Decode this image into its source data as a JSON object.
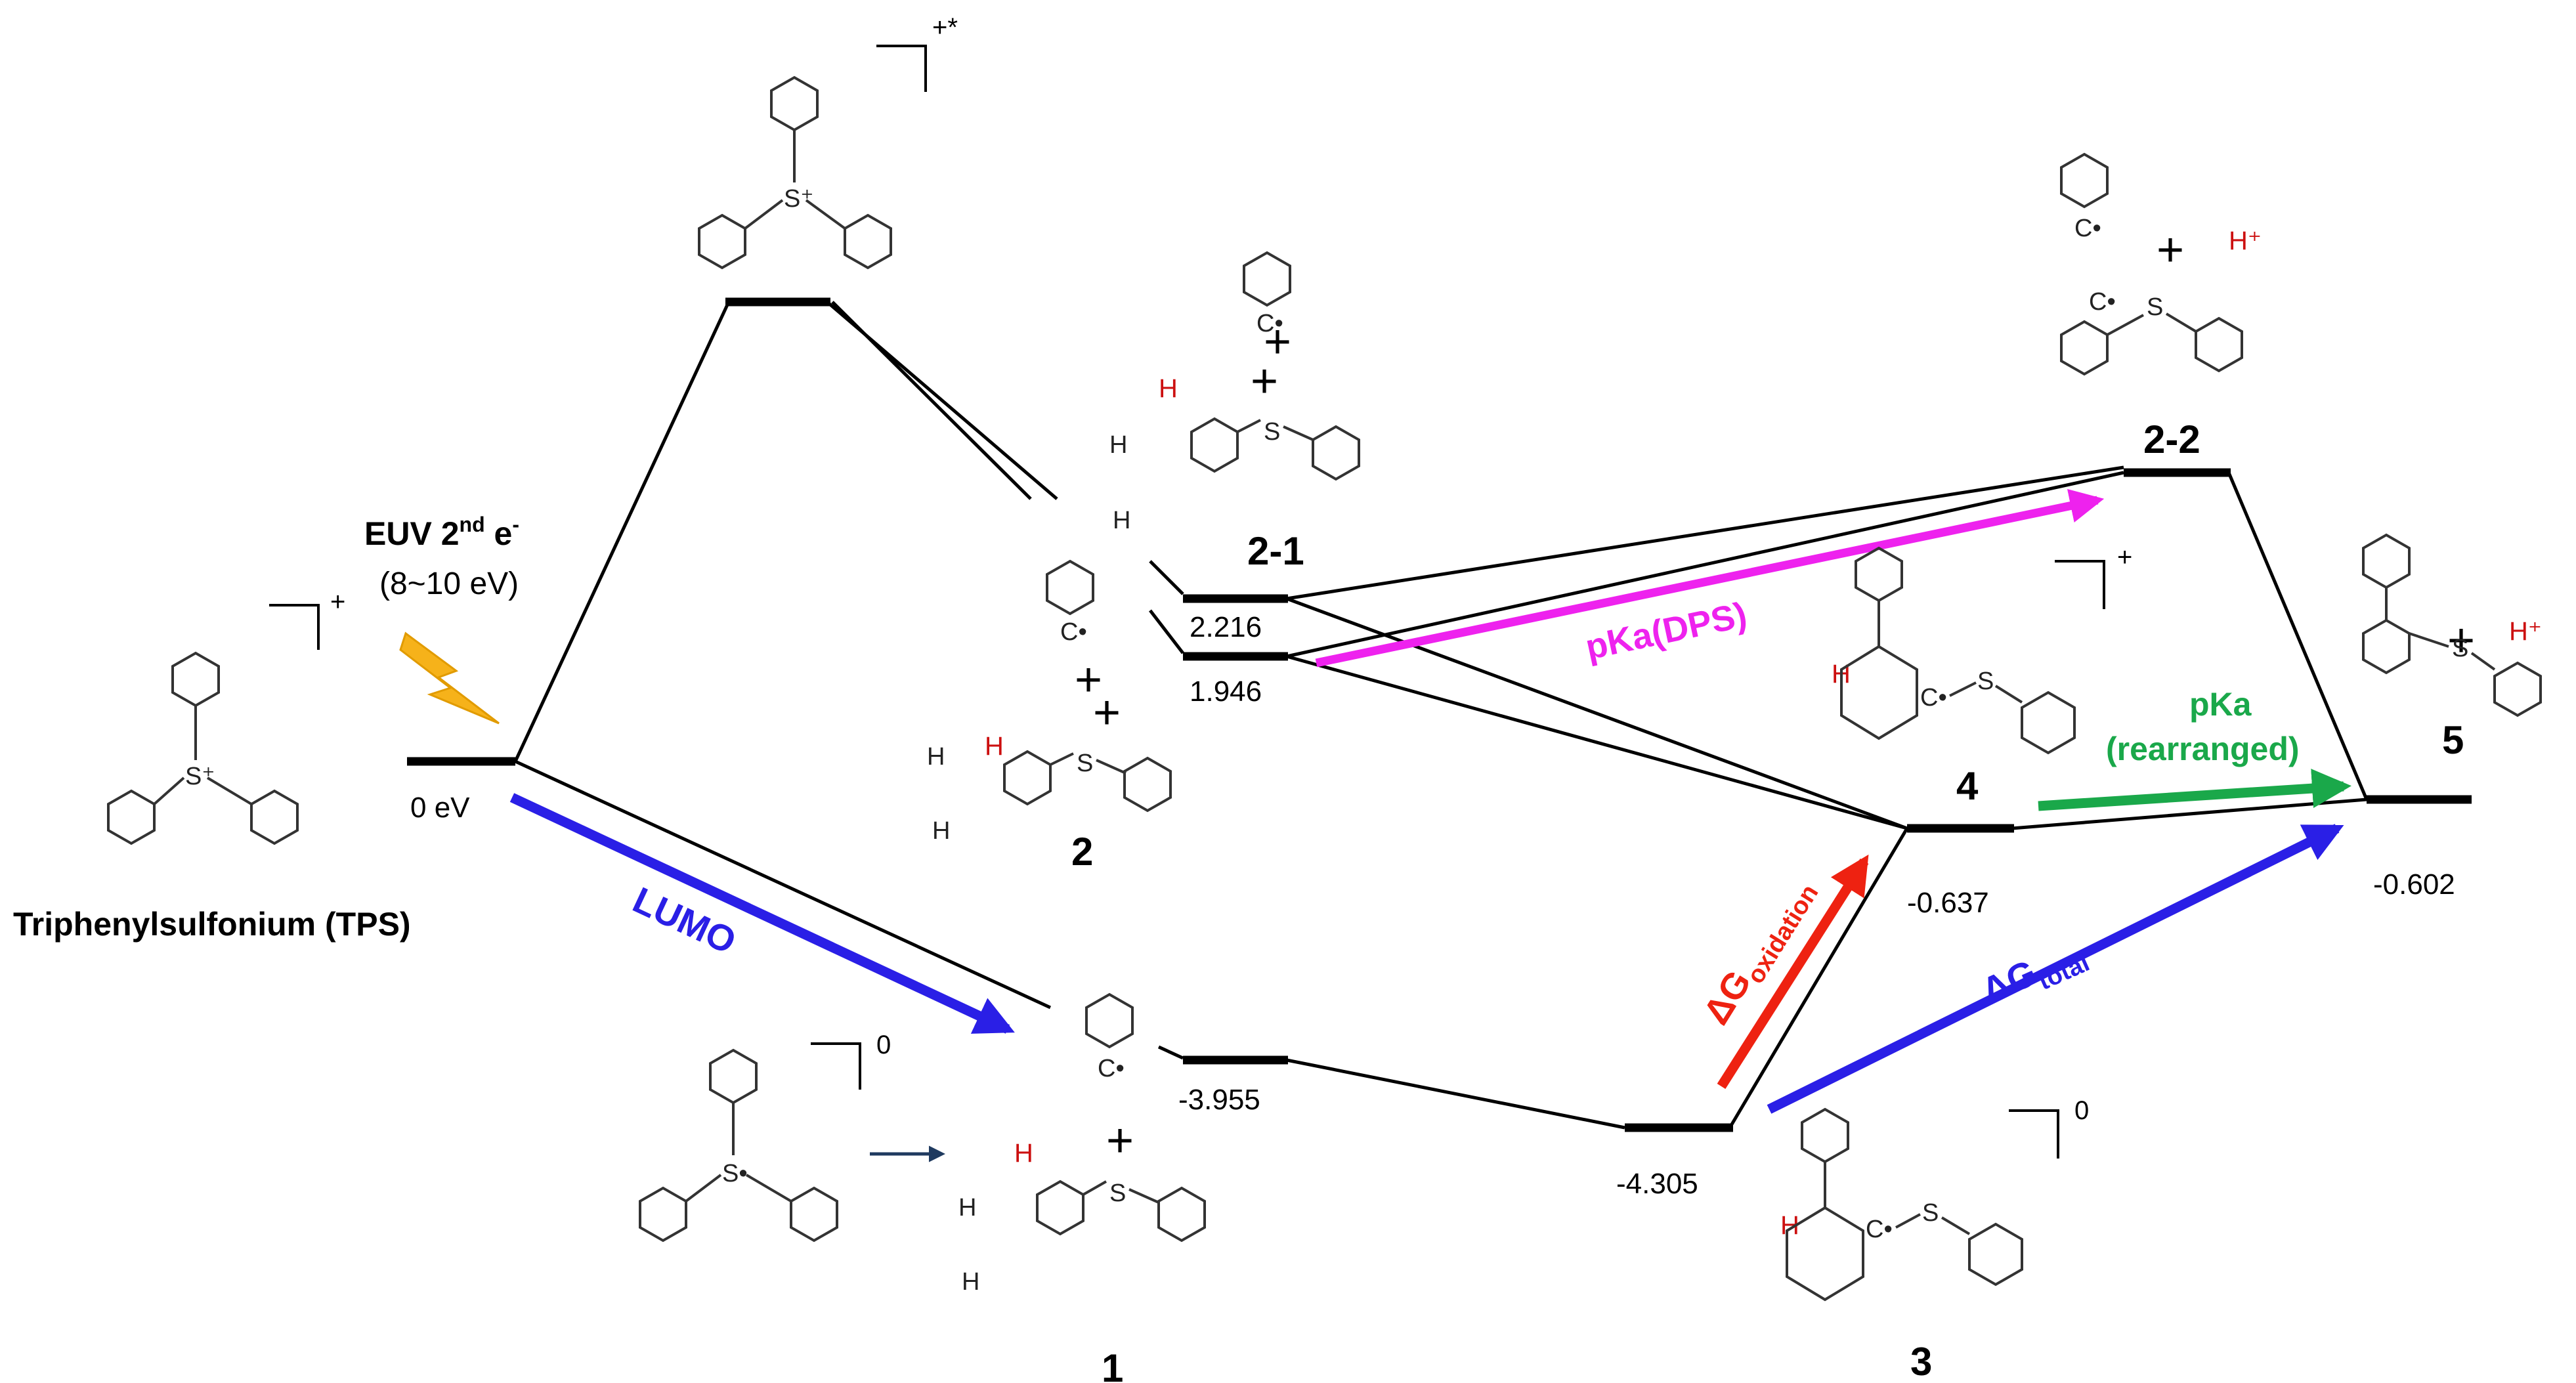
{
  "diagram": {
    "levels": {
      "tps": "0 eV",
      "l_2_1": "2.216",
      "l_2": "1.946",
      "l_1": "-3.955",
      "l_3": "-4.305",
      "l_4": "-0.637",
      "l_5": "-0.602"
    },
    "labels": {
      "tps_name": "Triphenylsulfonium (TPS)",
      "c1": "1",
      "c2": "2",
      "c2_1": "2-1",
      "c2_2": "2-2",
      "c3": "3",
      "c4": "4",
      "c5": "5"
    },
    "euv": {
      "line1": "EUV  2",
      "sup1": "nd",
      "mid": " e",
      "sup2": "-",
      "line2": "(8~10 eV)"
    },
    "arrows": {
      "lumo": "LUMO",
      "pka_dps": "pKa(DPS)",
      "pka_rearranged_1": "pKa",
      "pka_rearranged_2": "(rearranged)",
      "dg_ox": "ΔG",
      "dg_ox_sub": "oxidation",
      "dg_total": "ΔG",
      "dg_total_sub": "total"
    },
    "charges": {
      "tps": "+",
      "excited": "+*",
      "neutral_1": "0",
      "cation_4": "+",
      "neutral_3": "0"
    },
    "atoms": {
      "S": "S",
      "S_plus": "S⁺",
      "S_radical": "S•",
      "C_radical": "C•",
      "H": "H",
      "H_plus": "H⁺",
      "plus": "+"
    },
    "colors": {
      "lumo": "#2a1fe6",
      "pka_dps": "#ee22ee",
      "pka_rearranged": "#1aa84a",
      "dg_oxidation": "#ee2211",
      "dg_total": "#2a1fe6",
      "lightning": "#f6b21a",
      "hydrogen": "#cc1010",
      "small_arrow": "#1f3a5f"
    }
  }
}
